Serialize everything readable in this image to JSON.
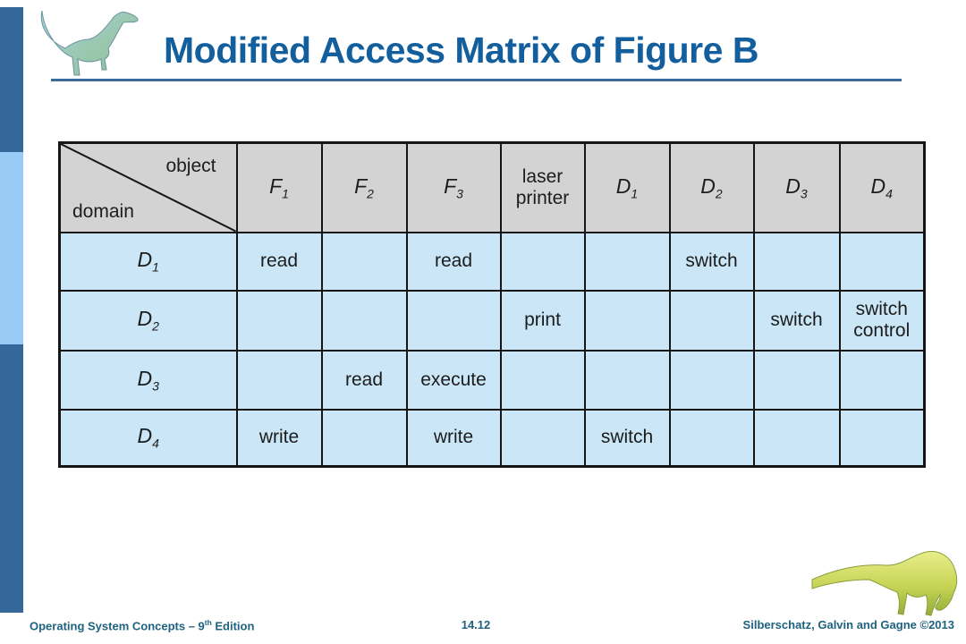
{
  "slide": {
    "title": "Modified Access Matrix of Figure B"
  },
  "table": {
    "corner": {
      "top": "object",
      "bottom": "domain"
    },
    "columns": [
      {
        "base": "F",
        "sub": "1"
      },
      {
        "base": "F",
        "sub": "2"
      },
      {
        "base": "F",
        "sub": "3"
      },
      {
        "text": "laser\nprinter"
      },
      {
        "base": "D",
        "sub": "1"
      },
      {
        "base": "D",
        "sub": "2"
      },
      {
        "base": "D",
        "sub": "3"
      },
      {
        "base": "D",
        "sub": "4"
      }
    ],
    "rows": [
      {
        "domain": {
          "base": "D",
          "sub": "1"
        },
        "cells": [
          "read",
          "",
          "read",
          "",
          "",
          "switch",
          "",
          ""
        ]
      },
      {
        "domain": {
          "base": "D",
          "sub": "2"
        },
        "cells": [
          "",
          "",
          "",
          "print",
          "",
          "",
          "switch",
          "switch\ncontrol"
        ]
      },
      {
        "domain": {
          "base": "D",
          "sub": "3"
        },
        "cells": [
          "",
          "read",
          "execute",
          "",
          "",
          "",
          "",
          ""
        ]
      },
      {
        "domain": {
          "base": "D",
          "sub": "4"
        },
        "cells": [
          "write",
          "",
          "write",
          "",
          "switch",
          "",
          "",
          ""
        ]
      }
    ]
  },
  "footer": {
    "book_pre": "Operating System Concepts – 9",
    "book_sup": "th",
    "book_post": " Edition",
    "page": "14.12",
    "authors": "Silberschatz, Galvin and Gagne ©2013"
  },
  "icons": {
    "top_left": "dinosaur-logo",
    "bottom_right": "dinosaur-logo"
  },
  "colors": {
    "title": "#135E9C",
    "underline": "#3A6B9C",
    "bar_dark": "#34679A",
    "bar_light": "#9ACBF7",
    "header_bg": "#D3D3D3",
    "cell_bg": "#CBE7F7",
    "border": "#161616",
    "footer_text": "#1E627F"
  }
}
